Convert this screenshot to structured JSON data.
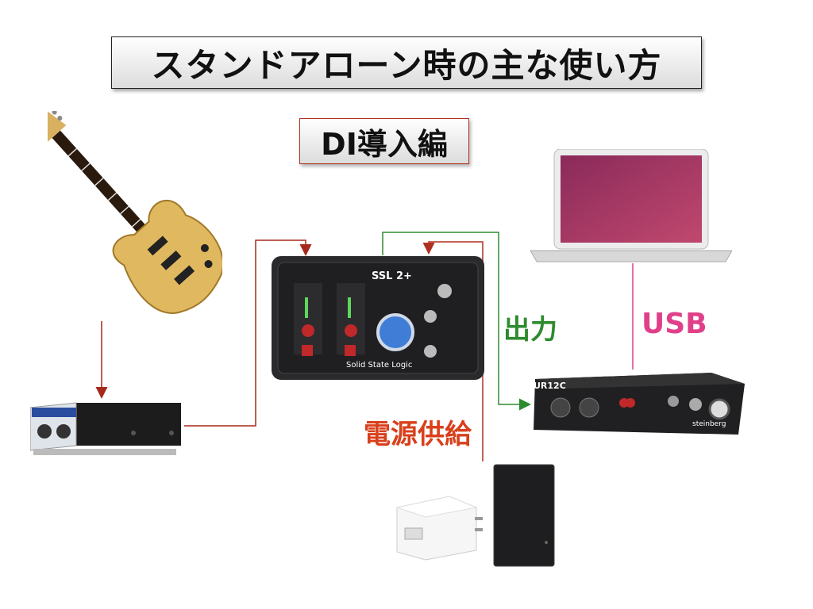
{
  "title": "スタンドアローン時の主な使い方",
  "subtitle": "DI導入編",
  "labels": {
    "output": "出力",
    "usb": "USB",
    "power": "電源供給"
  },
  "devices": {
    "ssl_brand": "SSL 2+",
    "ssl_maker": "Solid State Logic",
    "ur_brand": "UR12C",
    "ur_maker": "steinberg"
  },
  "colors": {
    "title_text": "#111111",
    "subtitle_border": "#b03020",
    "signal_line": "#a52a1c",
    "output_line": "#2e8b2e",
    "usb_line": "#e0408a",
    "power_line": "#b03020"
  }
}
